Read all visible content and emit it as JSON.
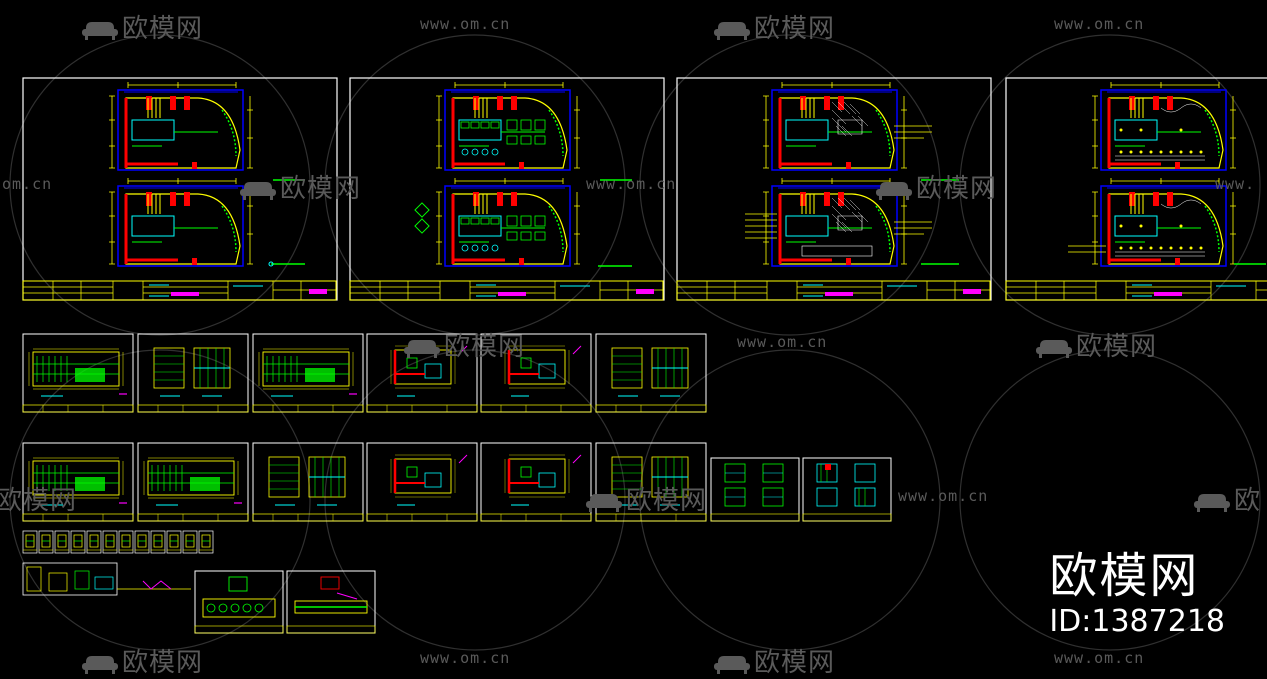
{
  "watermark": {
    "logo_text": "欧模网",
    "url_text": "www.om.cn",
    "url_fragment_left": "om.cn",
    "url_fragment_right": "www.",
    "logo_fragment_left": "欧模网",
    "logo_fragment_right": "欧"
  },
  "brand": {
    "title": "欧模网",
    "id_label": "ID:1387218"
  },
  "colors": {
    "background": "#000000",
    "frame": "#ffff00",
    "walls": "#ff0000",
    "dimension": "#0000ff",
    "fixture": "#00ff00",
    "detail": "#00ffff",
    "highlight": "#ff00ff",
    "watermark": "#5a5a5a",
    "brand_text": "#ffffff"
  }
}
